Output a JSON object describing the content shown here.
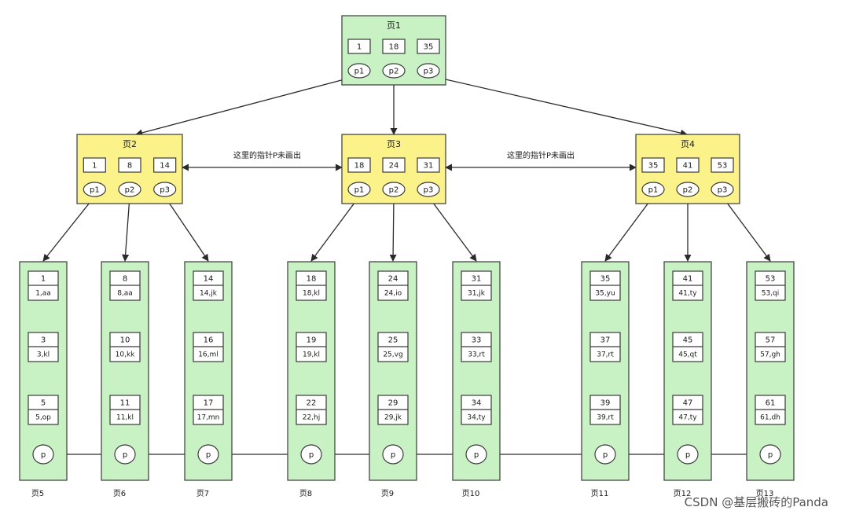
{
  "root": {
    "title": "页1",
    "keys": [
      "1",
      "18",
      "35"
    ],
    "pointers": [
      "p1",
      "p2",
      "p3"
    ]
  },
  "internal": [
    {
      "title": "页2",
      "keys": [
        "1",
        "8",
        "14"
      ],
      "pointers": [
        "p1",
        "p2",
        "p3"
      ]
    },
    {
      "title": "页3",
      "keys": [
        "18",
        "24",
        "31"
      ],
      "pointers": [
        "p1",
        "p2",
        "p3"
      ]
    },
    {
      "title": "页4",
      "keys": [
        "35",
        "41",
        "53"
      ],
      "pointers": [
        "p1",
        "p2",
        "p3"
      ]
    }
  ],
  "sibling_notes": [
    "这里的指针P未画出",
    "这里的指针P未画出"
  ],
  "leaves": [
    {
      "title": "页5",
      "records": [
        [
          "1",
          "1,aa"
        ],
        [
          "3",
          "3,kl"
        ],
        [
          "5",
          "5,op"
        ]
      ],
      "pointer": "p"
    },
    {
      "title": "页6",
      "records": [
        [
          "8",
          "8,aa"
        ],
        [
          "10",
          "10,kk"
        ],
        [
          "11",
          "11,kl"
        ]
      ],
      "pointer": "p"
    },
    {
      "title": "页7",
      "records": [
        [
          "14",
          "14,jk"
        ],
        [
          "16",
          "16,ml"
        ],
        [
          "17",
          "17,mn"
        ]
      ],
      "pointer": "p"
    },
    {
      "title": "页8",
      "records": [
        [
          "18",
          "18,kl"
        ],
        [
          "19",
          "19,kl"
        ],
        [
          "22",
          "22,hj"
        ]
      ],
      "pointer": "p"
    },
    {
      "title": "页9",
      "records": [
        [
          "24",
          "24,io"
        ],
        [
          "25",
          "25,vg"
        ],
        [
          "29",
          "29,jk"
        ]
      ],
      "pointer": "p"
    },
    {
      "title": "页10",
      "records": [
        [
          "31",
          "31,jk"
        ],
        [
          "33",
          "33,rt"
        ],
        [
          "34",
          "34,ty"
        ]
      ],
      "pointer": "p"
    },
    {
      "title": "页11",
      "records": [
        [
          "35",
          "35,yu"
        ],
        [
          "37",
          "37,rt"
        ],
        [
          "39",
          "39,rt"
        ]
      ],
      "pointer": "p"
    },
    {
      "title": "页12",
      "records": [
        [
          "41",
          "41,ty"
        ],
        [
          "45",
          "45,qt"
        ],
        [
          "47",
          "47,ty"
        ]
      ],
      "pointer": "p"
    },
    {
      "title": "页13",
      "records": [
        [
          "53",
          "53,qi"
        ],
        [
          "57",
          "57,gh"
        ],
        [
          "61",
          "61,dh"
        ]
      ],
      "pointer": "p"
    }
  ],
  "watermark": "CSDN @基层搬砖的Panda",
  "colors": {
    "root": "#c8f2c4",
    "internal": "#fbf28a",
    "leaf": "#c8f2c4",
    "line": "#2a2a2a"
  }
}
